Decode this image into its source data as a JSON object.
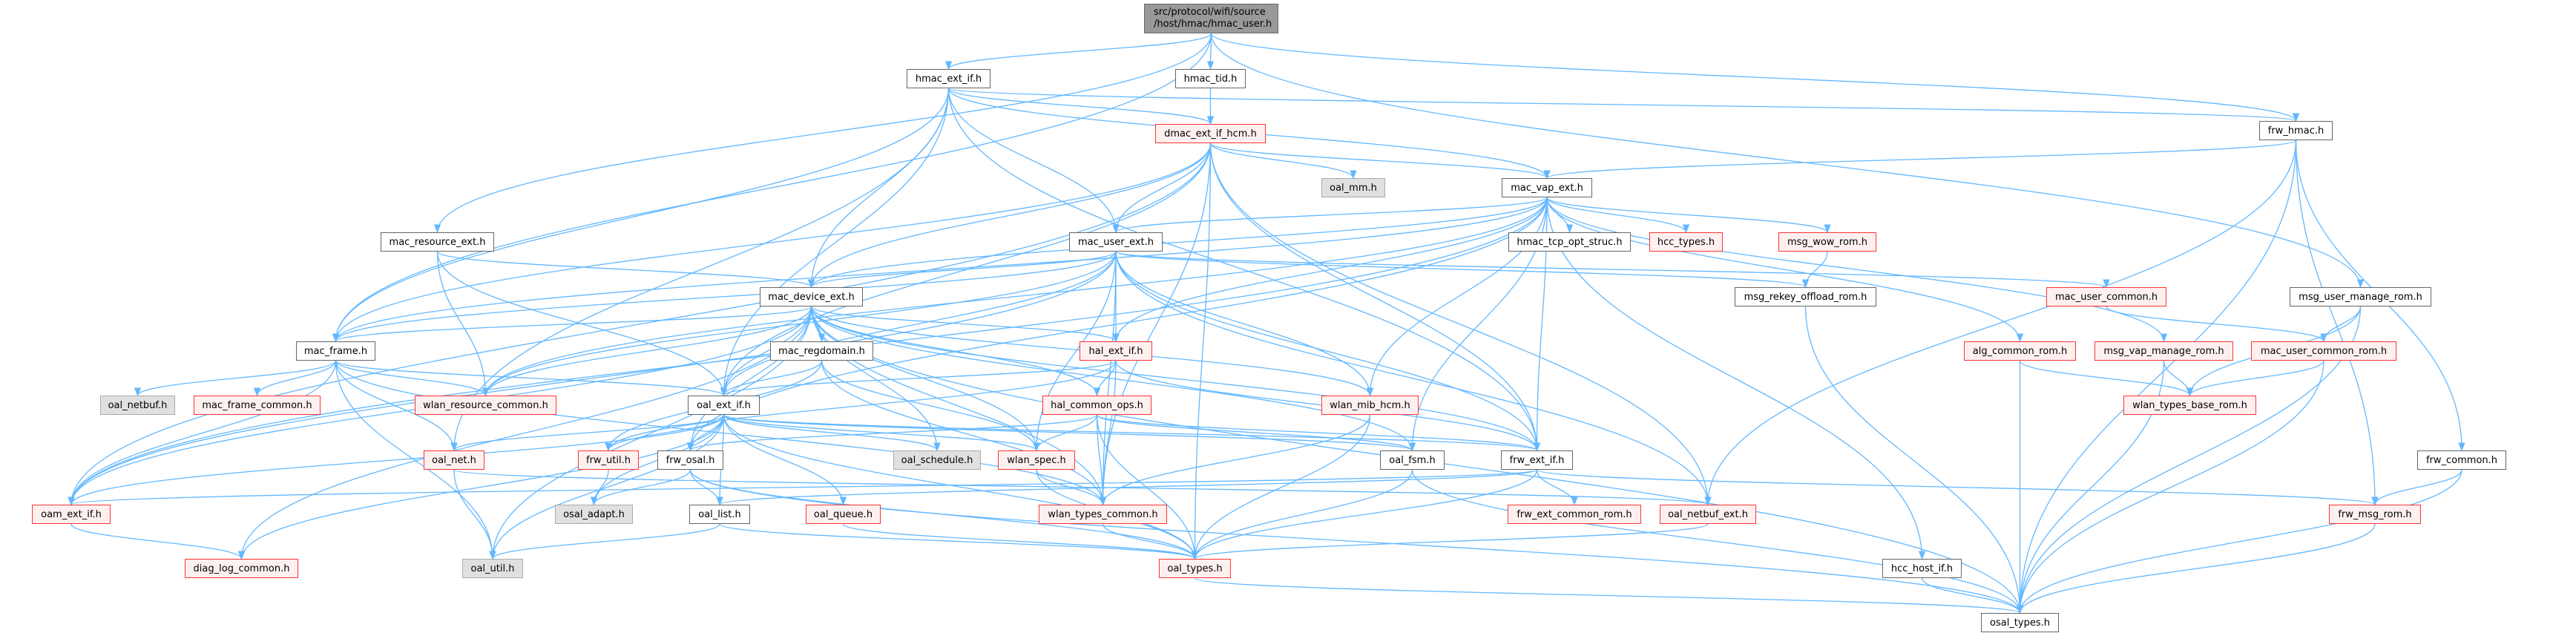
{
  "graph": {
    "edge_color": "#63b8ff",
    "root": {
      "line1": "src/protocol/wifi/source",
      "line2": "/host/hmac/hmac_user.h"
    },
    "nodes": [
      {
        "id": "hmac_ext_if",
        "label": "hmac_ext_if.h",
        "kind": "normal"
      },
      {
        "id": "hmac_tid",
        "label": "hmac_tid.h",
        "kind": "normal"
      },
      {
        "id": "frw_hmac",
        "label": "frw_hmac.h",
        "kind": "normal"
      },
      {
        "id": "dmac_ext_if_hcm",
        "label": "dmac_ext_if_hcm.h",
        "kind": "incomplete"
      },
      {
        "id": "oal_mm",
        "label": "oal_mm.h",
        "kind": "external"
      },
      {
        "id": "mac_vap_ext",
        "label": "mac_vap_ext.h",
        "kind": "normal"
      },
      {
        "id": "mac_resource_ext",
        "label": "mac_resource_ext.h",
        "kind": "normal"
      },
      {
        "id": "mac_user_ext",
        "label": "mac_user_ext.h",
        "kind": "normal"
      },
      {
        "id": "hmac_tcp_opt_struc",
        "label": "hmac_tcp_opt_struc.h",
        "kind": "normal"
      },
      {
        "id": "hcc_types",
        "label": "hcc_types.h",
        "kind": "incomplete"
      },
      {
        "id": "msg_wow_rom",
        "label": "msg_wow_rom.h",
        "kind": "incomplete"
      },
      {
        "id": "mac_device_ext",
        "label": "mac_device_ext.h",
        "kind": "normal"
      },
      {
        "id": "msg_rekey_offload_rom",
        "label": "msg_rekey_offload_rom.h",
        "kind": "normal"
      },
      {
        "id": "mac_user_common",
        "label": "mac_user_common.h",
        "kind": "incomplete"
      },
      {
        "id": "msg_user_manage_rom",
        "label": "msg_user_manage_rom.h",
        "kind": "normal"
      },
      {
        "id": "mac_frame",
        "label": "mac_frame.h",
        "kind": "normal"
      },
      {
        "id": "mac_regdomain",
        "label": "mac_regdomain.h",
        "kind": "normal"
      },
      {
        "id": "hal_ext_if",
        "label": "hal_ext_if.h",
        "kind": "incomplete"
      },
      {
        "id": "alg_common_rom",
        "label": "alg_common_rom.h",
        "kind": "incomplete"
      },
      {
        "id": "msg_vap_manage_rom",
        "label": "msg_vap_manage_rom.h",
        "kind": "incomplete"
      },
      {
        "id": "mac_user_common_rom",
        "label": "mac_user_common_rom.h",
        "kind": "incomplete"
      },
      {
        "id": "oal_netbuf",
        "label": "oal_netbuf.h",
        "kind": "external"
      },
      {
        "id": "mac_frame_common",
        "label": "mac_frame_common.h",
        "kind": "incomplete"
      },
      {
        "id": "wlan_resource_common",
        "label": "wlan_resource_common.h",
        "kind": "incomplete"
      },
      {
        "id": "oal_ext_if",
        "label": "oal_ext_if.h",
        "kind": "normal"
      },
      {
        "id": "hal_common_ops",
        "label": "hal_common_ops.h",
        "kind": "incomplete"
      },
      {
        "id": "wlan_mib_hcm",
        "label": "wlan_mib_hcm.h",
        "kind": "incomplete"
      },
      {
        "id": "wlan_types_base_rom",
        "label": "wlan_types_base_rom.h",
        "kind": "incomplete"
      },
      {
        "id": "oal_net",
        "label": "oal_net.h",
        "kind": "incomplete"
      },
      {
        "id": "frw_util",
        "label": "frw_util.h",
        "kind": "incomplete"
      },
      {
        "id": "frw_osal",
        "label": "frw_osal.h",
        "kind": "normal"
      },
      {
        "id": "oal_schedule",
        "label": "oal_schedule.h",
        "kind": "external"
      },
      {
        "id": "wlan_spec",
        "label": "wlan_spec.h",
        "kind": "incomplete"
      },
      {
        "id": "oal_fsm",
        "label": "oal_fsm.h",
        "kind": "normal"
      },
      {
        "id": "frw_ext_if",
        "label": "frw_ext_if.h",
        "kind": "normal"
      },
      {
        "id": "frw_common",
        "label": "frw_common.h",
        "kind": "normal"
      },
      {
        "id": "oam_ext_if",
        "label": "oam_ext_if.h",
        "kind": "incomplete"
      },
      {
        "id": "osal_adapt",
        "label": "osal_adapt.h",
        "kind": "external"
      },
      {
        "id": "oal_list",
        "label": "oal_list.h",
        "kind": "normal"
      },
      {
        "id": "oal_queue",
        "label": "oal_queue.h",
        "kind": "incomplete"
      },
      {
        "id": "wlan_types_common",
        "label": "wlan_types_common.h",
        "kind": "incomplete"
      },
      {
        "id": "frw_ext_common_rom",
        "label": "frw_ext_common_rom.h",
        "kind": "incomplete"
      },
      {
        "id": "oal_netbuf_ext",
        "label": "oal_netbuf_ext.h",
        "kind": "incomplete"
      },
      {
        "id": "frw_msg_rom",
        "label": "frw_msg_rom.h",
        "kind": "incomplete"
      },
      {
        "id": "diag_log_common",
        "label": "diag_log_common.h",
        "kind": "incomplete"
      },
      {
        "id": "oal_util",
        "label": "oal_util.h",
        "kind": "external"
      },
      {
        "id": "oal_types",
        "label": "oal_types.h",
        "kind": "incomplete"
      },
      {
        "id": "hcc_host_if",
        "label": "hcc_host_if.h",
        "kind": "normal"
      },
      {
        "id": "osal_types",
        "label": "osal_types.h",
        "kind": "normal"
      }
    ],
    "edges": [
      [
        "root",
        "hmac_ext_if"
      ],
      [
        "root",
        "hmac_tid"
      ],
      [
        "root",
        "frw_hmac"
      ],
      [
        "root",
        "msg_user_manage_rom"
      ],
      [
        "root",
        "mac_resource_ext"
      ],
      [
        "root",
        "mac_frame"
      ],
      [
        "hmac_ext_if",
        "dmac_ext_if_hcm"
      ],
      [
        "hmac_ext_if",
        "mac_vap_ext"
      ],
      [
        "hmac_ext_if",
        "mac_user_ext"
      ],
      [
        "hmac_ext_if",
        "mac_device_ext"
      ],
      [
        "hmac_ext_if",
        "oal_ext_if"
      ],
      [
        "hmac_ext_if",
        "frw_hmac"
      ],
      [
        "hmac_ext_if",
        "frw_ext_if"
      ],
      [
        "hmac_ext_if",
        "mac_frame"
      ],
      [
        "hmac_ext_if",
        "oal_net"
      ],
      [
        "hmac_tid",
        "dmac_ext_if_hcm"
      ],
      [
        "dmac_ext_if_hcm",
        "oal_mm"
      ],
      [
        "dmac_ext_if_hcm",
        "mac_vap_ext"
      ],
      [
        "dmac_ext_if_hcm",
        "mac_user_ext"
      ],
      [
        "dmac_ext_if_hcm",
        "mac_device_ext"
      ],
      [
        "dmac_ext_if_hcm",
        "mac_frame"
      ],
      [
        "dmac_ext_if_hcm",
        "oal_ext_if"
      ],
      [
        "dmac_ext_if_hcm",
        "oal_netbuf_ext"
      ],
      [
        "dmac_ext_if_hcm",
        "oal_types"
      ],
      [
        "dmac_ext_if_hcm",
        "wlan_types_common"
      ],
      [
        "dmac_ext_if_hcm",
        "frw_ext_if"
      ],
      [
        "dmac_ext_if_hcm",
        "oam_ext_if"
      ],
      [
        "frw_hmac",
        "mac_vap_ext"
      ],
      [
        "frw_hmac",
        "oal_netbuf_ext"
      ],
      [
        "frw_hmac",
        "frw_msg_rom"
      ],
      [
        "frw_hmac",
        "frw_common"
      ],
      [
        "frw_hmac",
        "osal_types"
      ],
      [
        "mac_vap_ext",
        "mac_user_ext"
      ],
      [
        "mac_vap_ext",
        "mac_device_ext"
      ],
      [
        "mac_vap_ext",
        "hmac_tcp_opt_struc"
      ],
      [
        "mac_vap_ext",
        "hcc_types"
      ],
      [
        "mac_vap_ext",
        "msg_wow_rom"
      ],
      [
        "mac_vap_ext",
        "alg_common_rom"
      ],
      [
        "mac_vap_ext",
        "msg_vap_manage_rom"
      ],
      [
        "mac_vap_ext",
        "hcc_host_if"
      ],
      [
        "mac_vap_ext",
        "hal_ext_if"
      ],
      [
        "mac_vap_ext",
        "wlan_mib_hcm"
      ],
      [
        "mac_vap_ext",
        "frw_ext_if"
      ],
      [
        "mac_vap_ext",
        "oal_fsm"
      ],
      [
        "mac_vap_ext",
        "oam_ext_if"
      ],
      [
        "mac_vap_ext",
        "mac_frame"
      ],
      [
        "mac_vap_ext",
        "wlan_resource_common"
      ],
      [
        "mac_vap_ext",
        "frw_osal"
      ],
      [
        "mac_user_ext",
        "mac_device_ext"
      ],
      [
        "mac_user_ext",
        "hal_ext_if"
      ],
      [
        "mac_user_ext",
        "mac_frame"
      ],
      [
        "mac_user_ext",
        "msg_rekey_offload_rom"
      ],
      [
        "mac_user_ext",
        "mac_user_common"
      ],
      [
        "mac_user_ext",
        "wlan_mib_hcm"
      ],
      [
        "mac_user_ext",
        "wlan_spec"
      ],
      [
        "mac_user_ext",
        "wlan_types_common"
      ],
      [
        "mac_user_ext",
        "frw_ext_if"
      ],
      [
        "mac_user_ext",
        "oal_ext_if"
      ],
      [
        "mac_user_ext",
        "oam_ext_if"
      ],
      [
        "mac_user_ext",
        "wlan_resource_common"
      ],
      [
        "mac_user_ext",
        "oal_netbuf_ext"
      ],
      [
        "mac_resource_ext",
        "mac_device_ext"
      ],
      [
        "mac_resource_ext",
        "oal_ext_if"
      ],
      [
        "mac_resource_ext",
        "wlan_resource_common"
      ],
      [
        "mac_device_ext",
        "mac_frame"
      ],
      [
        "mac_device_ext",
        "mac_regdomain"
      ],
      [
        "mac_device_ext",
        "hal_ext_if"
      ],
      [
        "mac_device_ext",
        "hal_common_ops"
      ],
      [
        "mac_device_ext",
        "wlan_mib_hcm"
      ],
      [
        "mac_device_ext",
        "wlan_spec"
      ],
      [
        "mac_device_ext",
        "wlan_types_common"
      ],
      [
        "mac_device_ext",
        "oal_ext_if"
      ],
      [
        "mac_device_ext",
        "frw_ext_if"
      ],
      [
        "mac_device_ext",
        "oal_fsm"
      ],
      [
        "mac_device_ext",
        "wlan_resource_common"
      ],
      [
        "mac_device_ext",
        "oam_ext_if"
      ],
      [
        "mac_device_ext",
        "frw_osal"
      ],
      [
        "mac_device_ext",
        "oal_schedule"
      ],
      [
        "mac_device_ext",
        "osal_types"
      ],
      [
        "mac_device_ext",
        "diag_log_common"
      ],
      [
        "mac_device_ext",
        "oal_util"
      ],
      [
        "mac_frame",
        "oal_netbuf"
      ],
      [
        "mac_frame",
        "mac_frame_common"
      ],
      [
        "mac_frame",
        "wlan_resource_common"
      ],
      [
        "mac_frame",
        "oal_ext_if"
      ],
      [
        "mac_frame",
        "oal_net"
      ],
      [
        "mac_frame",
        "oam_ext_if"
      ],
      [
        "mac_frame",
        "oal_util"
      ],
      [
        "mac_frame",
        "wlan_types_common"
      ],
      [
        "mac_regdomain",
        "oal_ext_if"
      ],
      [
        "mac_regdomain",
        "frw_util"
      ],
      [
        "mac_regdomain",
        "wlan_spec"
      ],
      [
        "mac_regdomain",
        "wlan_types_common"
      ],
      [
        "hal_ext_if",
        "hal_common_ops"
      ],
      [
        "hal_ext_if",
        "oal_ext_if"
      ],
      [
        "hal_ext_if",
        "wlan_types_common"
      ],
      [
        "hal_ext_if",
        "frw_ext_if"
      ],
      [
        "hal_ext_if",
        "frw_util"
      ],
      [
        "hal_common_ops",
        "wlan_spec"
      ],
      [
        "hal_common_ops",
        "wlan_types_common"
      ],
      [
        "hal_common_ops",
        "oal_types"
      ],
      [
        "hal_common_ops",
        "oal_fsm"
      ],
      [
        "hal_common_ops",
        "frw_ext_if"
      ],
      [
        "hal_common_ops",
        "frw_osal"
      ],
      [
        "wlan_mib_hcm",
        "wlan_types_common"
      ],
      [
        "wlan_mib_hcm",
        "oal_types"
      ],
      [
        "oal_ext_if",
        "oal_net"
      ],
      [
        "oal_ext_if",
        "frw_util"
      ],
      [
        "oal_ext_if",
        "frw_osal"
      ],
      [
        "oal_ext_if",
        "osal_adapt"
      ],
      [
        "oal_ext_if",
        "oal_list"
      ],
      [
        "oal_ext_if",
        "oal_queue"
      ],
      [
        "oal_ext_if",
        "oal_util"
      ],
      [
        "oal_ext_if",
        "oal_types"
      ],
      [
        "oal_ext_if",
        "oal_schedule"
      ],
      [
        "oal_ext_if",
        "wlan_spec"
      ],
      [
        "oal_ext_if",
        "oam_ext_if"
      ],
      [
        "oal_ext_if",
        "diag_log_common"
      ],
      [
        "oal_ext_if",
        "oal_fsm"
      ],
      [
        "oal_ext_if",
        "frw_ext_if"
      ],
      [
        "oal_net",
        "oal_util"
      ],
      [
        "oal_net",
        "oal_netbuf_ext"
      ],
      [
        "frw_util",
        "osal_adapt"
      ],
      [
        "frw_osal",
        "osal_adapt"
      ],
      [
        "frw_osal",
        "oal_list"
      ],
      [
        "frw_osal",
        "oal_types"
      ],
      [
        "frw_osal",
        "osal_types"
      ],
      [
        "oal_list",
        "oal_util"
      ],
      [
        "oal_list",
        "oal_types"
      ],
      [
        "oal_queue",
        "oal_types"
      ],
      [
        "wlan_spec",
        "wlan_types_common"
      ],
      [
        "wlan_spec",
        "oal_types"
      ],
      [
        "oal_fsm",
        "oal_types"
      ],
      [
        "oal_fsm",
        "osal_types"
      ],
      [
        "frw_ext_if",
        "frw_ext_common_rom"
      ],
      [
        "frw_ext_if",
        "oal_types"
      ],
      [
        "frw_ext_if",
        "frw_msg_rom"
      ],
      [
        "frw_ext_if",
        "oal_list"
      ],
      [
        "frw_ext_if",
        "oam_ext_if"
      ],
      [
        "oal_netbuf_ext",
        "oal_types"
      ],
      [
        "oam_ext_if",
        "diag_log_common"
      ],
      [
        "oal_types",
        "osal_types"
      ],
      [
        "wlan_types_common",
        "oal_types"
      ],
      [
        "msg_wow_rom",
        "msg_rekey_offload_rom"
      ],
      [
        "msg_rekey_offload_rom",
        "osal_types"
      ],
      [
        "mac_user_common",
        "mac_user_common_rom"
      ],
      [
        "msg_user_manage_rom",
        "mac_user_common_rom"
      ],
      [
        "msg_user_manage_rom",
        "wlan_types_base_rom"
      ],
      [
        "msg_user_manage_rom",
        "osal_types"
      ],
      [
        "mac_user_common_rom",
        "wlan_types_base_rom"
      ],
      [
        "mac_user_common_rom",
        "osal_types"
      ],
      [
        "alg_common_rom",
        "wlan_types_base_rom"
      ],
      [
        "alg_common_rom",
        "osal_types"
      ],
      [
        "msg_vap_manage_rom",
        "wlan_types_base_rom"
      ],
      [
        "msg_vap_manage_rom",
        "osal_types"
      ],
      [
        "frw_common",
        "frw_msg_rom"
      ],
      [
        "frw_common",
        "osal_types"
      ],
      [
        "frw_msg_rom",
        "osal_types"
      ],
      [
        "hcc_host_if",
        "osal_types"
      ]
    ]
  }
}
